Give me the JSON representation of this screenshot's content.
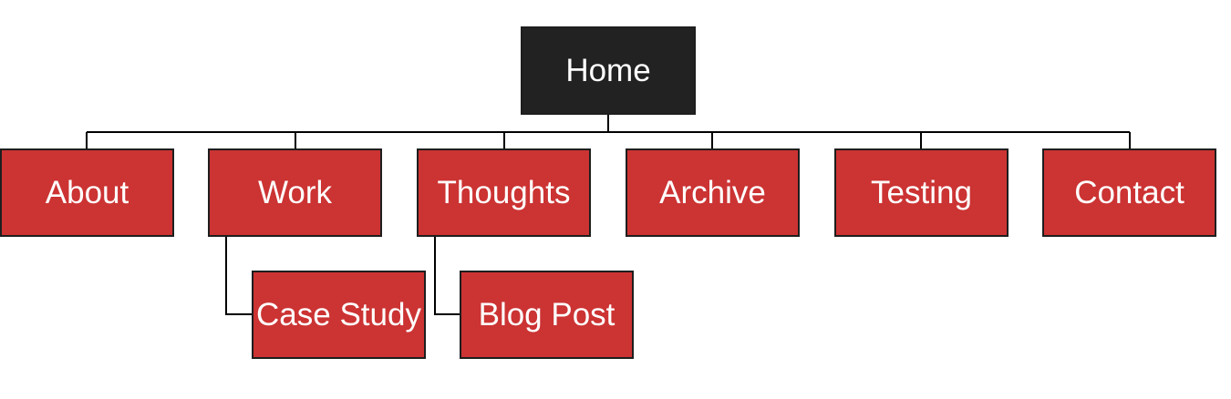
{
  "sitemap": {
    "root": {
      "label": "Home"
    },
    "pages": [
      {
        "label": "About"
      },
      {
        "label": "Work",
        "children": [
          {
            "label": "Case Study"
          }
        ]
      },
      {
        "label": "Thoughts",
        "children": [
          {
            "label": "Blog Post"
          }
        ]
      },
      {
        "label": "Archive"
      },
      {
        "label": "Testing"
      },
      {
        "label": "Contact"
      }
    ]
  },
  "colors": {
    "root_fill": "#222222",
    "page_fill": "#cc3333",
    "border": "#1e1e1e",
    "connector": "#000000",
    "text": "#ffffff"
  }
}
